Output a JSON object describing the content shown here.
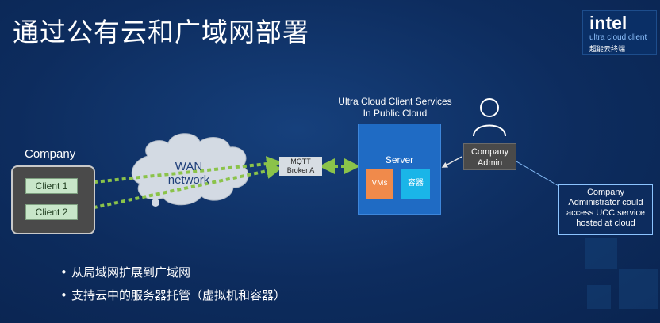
{
  "title": "通过公有云和广域网部署",
  "logo": {
    "brand": "intel",
    "tagline": "ultra cloud client",
    "subtitle": "超能云终端"
  },
  "company": {
    "label": "Company",
    "clients": [
      "Client 1",
      "Client 2"
    ]
  },
  "wan": {
    "line1": "WAN",
    "line2": "network"
  },
  "mqtt": {
    "line1": "MQTT",
    "line2": "Broker A"
  },
  "services": {
    "line1": "Ultra Cloud Client Services",
    "line2": "In Public Cloud"
  },
  "server": {
    "label": "Server",
    "vms": "VMs",
    "containers": "容器"
  },
  "admin": {
    "line1": "Company",
    "line2": "Admin"
  },
  "callout": {
    "lines": [
      "Company",
      "Administrator could",
      "access UCC service",
      "hosted at cloud"
    ]
  },
  "bullets": [
    "从局域网扩展到广域网",
    "支持云中的服务器托管（虚拟机和容器）"
  ],
  "colors": {
    "background": "#0d2c5e",
    "server": "#1f6bc4",
    "vms": "#f08a4b",
    "containers": "#1ab5e8",
    "arrow_green": "#8bc34a",
    "client_fill": "#c8e6c9"
  }
}
